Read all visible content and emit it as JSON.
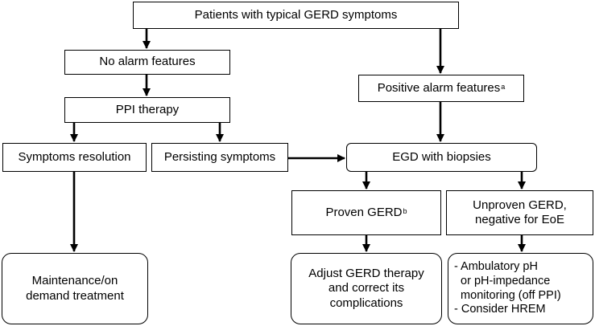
{
  "nodes": {
    "patients": {
      "label": "Patients with typical GERD symptoms"
    },
    "no_alarm": {
      "label": "No alarm features"
    },
    "positive_alarm": {
      "label": "Positive alarm features",
      "sup": "a"
    },
    "ppi": {
      "label": "PPI therapy"
    },
    "resolution": {
      "label": "Symptoms resolution"
    },
    "persisting": {
      "label": "Persisting symptoms"
    },
    "egd": {
      "label": "EGD with biopsies"
    },
    "proven": {
      "label": "Proven GERD",
      "sup": "b"
    },
    "unproven": {
      "lines": [
        "Unproven GERD,",
        "negative for EoE"
      ]
    },
    "maintenance": {
      "lines": [
        "Maintenance/on",
        "demand treatment"
      ]
    },
    "adjust": {
      "lines": [
        "Adjust GERD therapy",
        "and correct its",
        "complications"
      ]
    },
    "ambulatory": {
      "lines": [
        "- Ambulatory pH",
        "  or pH-impedance",
        "  monitoring (off PPI)",
        "- Consider HREM"
      ]
    }
  }
}
